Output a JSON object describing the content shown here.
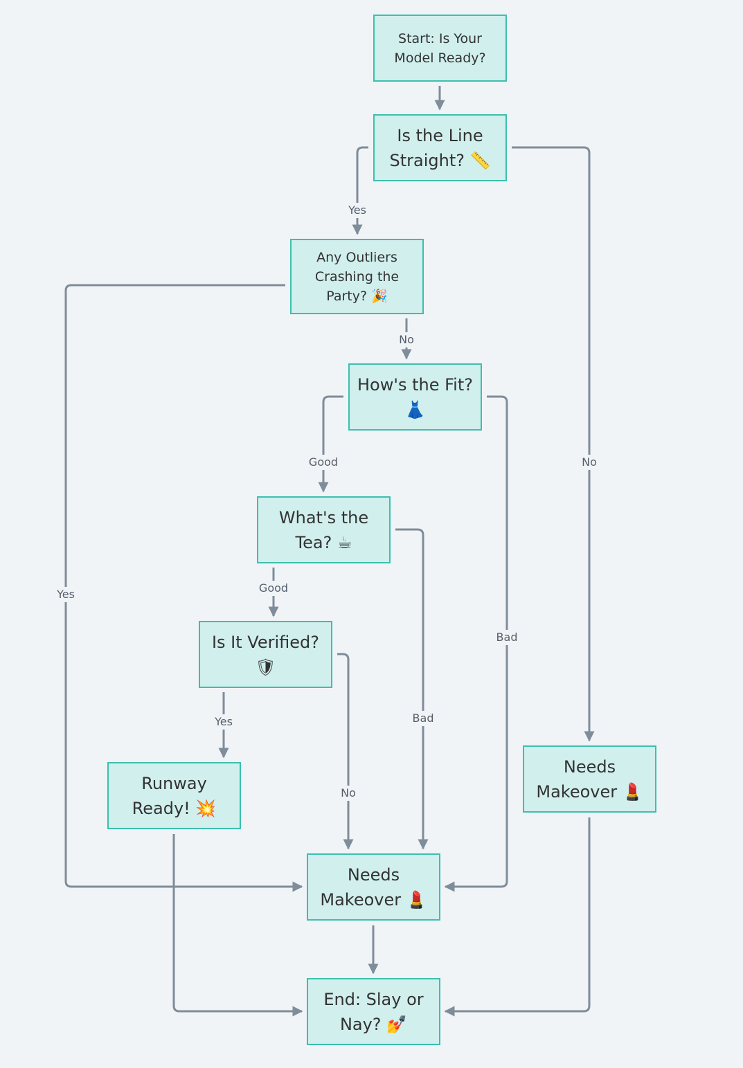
{
  "colors": {
    "background": "#f0f4f7",
    "node_fill": "#d0efed",
    "node_border": "#3cbfae",
    "edge": "#7f8c99",
    "text": "#333333"
  },
  "nodes": {
    "start": "Start: Is Your Model Ready?",
    "line": "Is the Line Straight? 📏",
    "outliers": "Any Outliers Crashing the Party? 🎉",
    "fit": "How's the Fit? 👗",
    "tea": "What's the Tea? ☕",
    "verified": "Is It Verified? 🛡",
    "runway": "Runway Ready! 💥",
    "makeover_right": "Needs Makeover 💄",
    "makeover_center": "Needs Makeover 💄",
    "end": "End: Slay or Nay? 💅"
  },
  "edge_labels": {
    "line_yes": "Yes",
    "line_no": "No",
    "outliers_yes": "Yes",
    "outliers_no": "No",
    "fit_good": "Good",
    "fit_bad": "Bad",
    "tea_good": "Good",
    "tea_bad": "Bad",
    "verified_yes": "Yes",
    "verified_no": "No"
  }
}
